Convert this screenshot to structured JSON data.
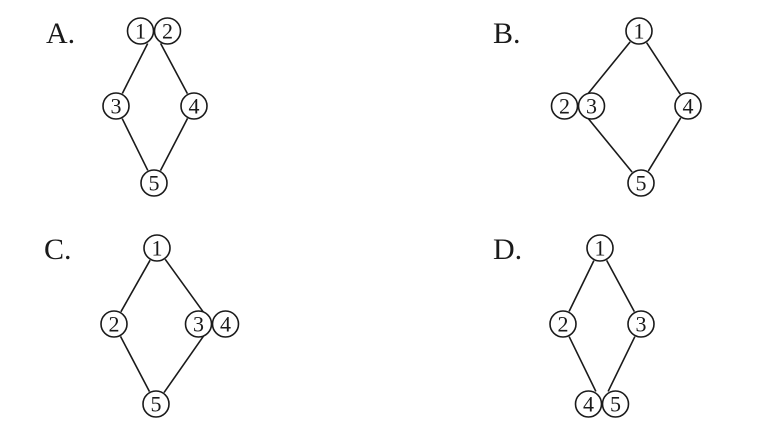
{
  "options": [
    {
      "label": "A.",
      "nodes": [
        {
          "id": "top",
          "numbers": [
            "1",
            "2"
          ]
        },
        {
          "id": "left",
          "numbers": [
            "3"
          ]
        },
        {
          "id": "right",
          "numbers": [
            "4"
          ]
        },
        {
          "id": "bottom",
          "numbers": [
            "5"
          ]
        }
      ],
      "edges": [
        [
          "top",
          "left"
        ],
        [
          "top",
          "right"
        ],
        [
          "left",
          "bottom"
        ],
        [
          "right",
          "bottom"
        ]
      ]
    },
    {
      "label": "B.",
      "nodes": [
        {
          "id": "top",
          "numbers": [
            "1"
          ]
        },
        {
          "id": "left",
          "numbers": [
            "2",
            "3"
          ]
        },
        {
          "id": "right",
          "numbers": [
            "4"
          ]
        },
        {
          "id": "bottom",
          "numbers": [
            "5"
          ]
        }
      ],
      "edges": [
        [
          "top",
          "left"
        ],
        [
          "top",
          "right"
        ],
        [
          "left",
          "bottom"
        ],
        [
          "right",
          "bottom"
        ]
      ]
    },
    {
      "label": "C.",
      "nodes": [
        {
          "id": "top",
          "numbers": [
            "1"
          ]
        },
        {
          "id": "left",
          "numbers": [
            "2"
          ]
        },
        {
          "id": "right",
          "numbers": [
            "3",
            "4"
          ]
        },
        {
          "id": "bottom",
          "numbers": [
            "5"
          ]
        }
      ],
      "edges": [
        [
          "top",
          "left"
        ],
        [
          "top",
          "right"
        ],
        [
          "left",
          "bottom"
        ],
        [
          "right",
          "bottom"
        ]
      ]
    },
    {
      "label": "D.",
      "nodes": [
        {
          "id": "top",
          "numbers": [
            "1"
          ]
        },
        {
          "id": "left",
          "numbers": [
            "2"
          ]
        },
        {
          "id": "right",
          "numbers": [
            "3"
          ]
        },
        {
          "id": "bottom",
          "numbers": [
            "4",
            "5"
          ]
        }
      ],
      "edges": [
        [
          "top",
          "left"
        ],
        [
          "top",
          "right"
        ],
        [
          "left",
          "bottom"
        ],
        [
          "right",
          "bottom"
        ]
      ]
    }
  ]
}
